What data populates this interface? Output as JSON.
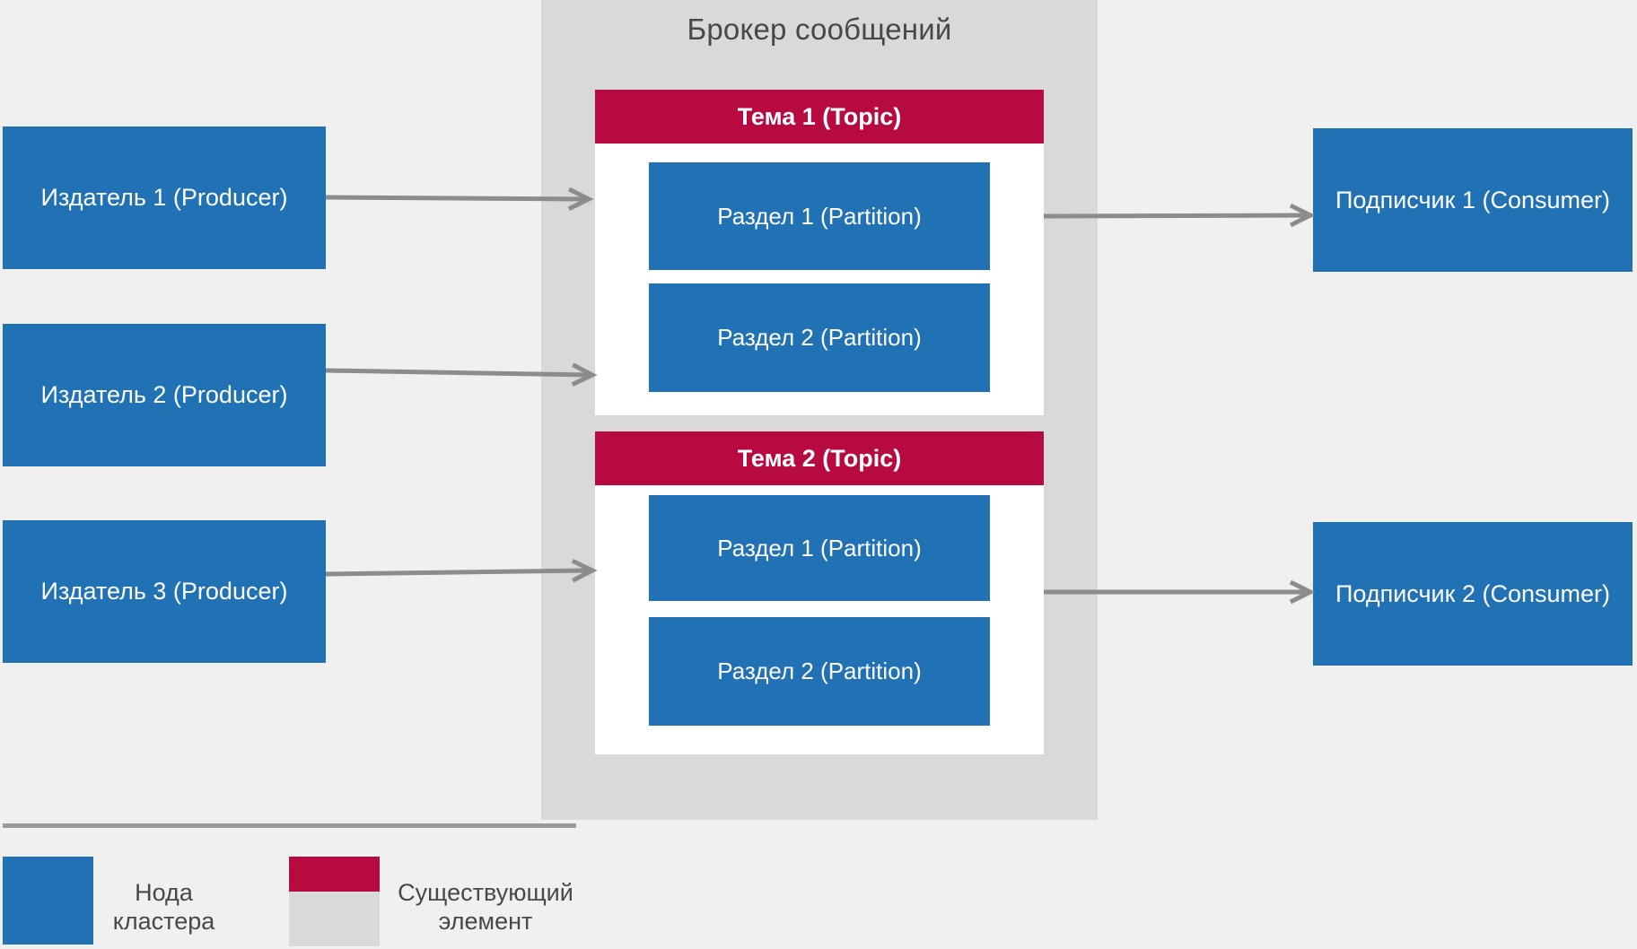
{
  "palette": {
    "background": "#f0f0f1",
    "node_blue": "#2171b5",
    "existing_red": "#b70a40",
    "broker_gray": "#d9d9d9",
    "legend_gray": "#d8d9da",
    "arrow_gray": "#8c8c8c",
    "line_gray": "#9a9a9a",
    "text_dark": "#48484a",
    "white": "#ffffff"
  },
  "broker": {
    "title": "Брокер сообщений",
    "topics": [
      {
        "label": "Тема 1 (Topic)",
        "partitions": [
          {
            "label": "Раздел 1 (Partition)"
          },
          {
            "label": "Раздел 2 (Partition)"
          }
        ]
      },
      {
        "label": "Тема 2 (Topic)",
        "partitions": [
          {
            "label": "Раздел 1 (Partition)"
          },
          {
            "label": "Раздел 2 (Partition)"
          }
        ]
      }
    ]
  },
  "producers": [
    {
      "label": "Издатель 1 (Producer)"
    },
    {
      "label": "Издатель 2 (Producer)"
    },
    {
      "label": "Издатель 3 (Producer)"
    }
  ],
  "consumers": [
    {
      "label": "Подписчик 1 (Consumer)"
    },
    {
      "label": "Подписчик 2 (Consumer)"
    }
  ],
  "connections": [
    {
      "from": "producer-1",
      "to": "topic-1"
    },
    {
      "from": "producer-2",
      "to": "topic-1"
    },
    {
      "from": "producer-3",
      "to": "topic-2"
    },
    {
      "from": "topic-1",
      "to": "consumer-1"
    },
    {
      "from": "topic-2",
      "to": "consumer-2"
    }
  ],
  "legend": {
    "items": [
      {
        "swatch": "cluster-node",
        "label_line1": "Нода",
        "label_line2": "кластера"
      },
      {
        "swatch": "existing-element",
        "label_line1": "Существующий",
        "label_line2": "элемент"
      }
    ]
  }
}
